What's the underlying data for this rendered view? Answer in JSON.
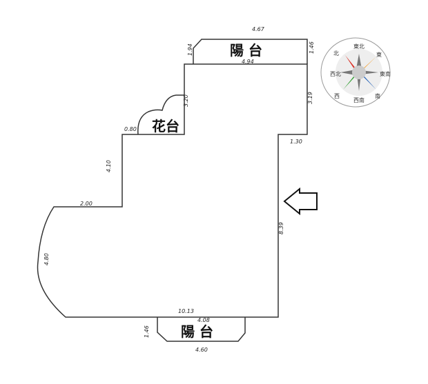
{
  "plan": {
    "rooms": {
      "balcony_top": "陽 台",
      "flower_bed": "花台",
      "balcony_bottom": "陽 台"
    },
    "dimensions": {
      "top_balcony_width": "4.67",
      "top_balcony_inner": "4.94",
      "top_balcony_left": "1.94",
      "top_balcony_right": "1.46",
      "right_upper": "3.19",
      "right_step": "1.30",
      "right_main": "8.39",
      "bottom_main": "10.13",
      "bottom_balcony_inner": "4.08",
      "bottom_balcony_width": "4.60",
      "bottom_balcony_left": "1.46",
      "left_wing_top": "2.00",
      "left_middle": "4.10",
      "left_arc": "4.80",
      "flower_side": "3.20",
      "flower_left": "0.80"
    }
  },
  "compass": {
    "north": "北",
    "northeast": "東北",
    "east": "東",
    "northwest": "西北",
    "southeast": "東南",
    "west": "西",
    "southwest": "西南",
    "south": "南",
    "colors": {
      "north": "#d9342b",
      "east": "#f2a33a",
      "south": "#1f5fb5",
      "west": "#3aa33a",
      "gray": "#777777"
    }
  },
  "entrance_arrow": "arrow-left-icon"
}
